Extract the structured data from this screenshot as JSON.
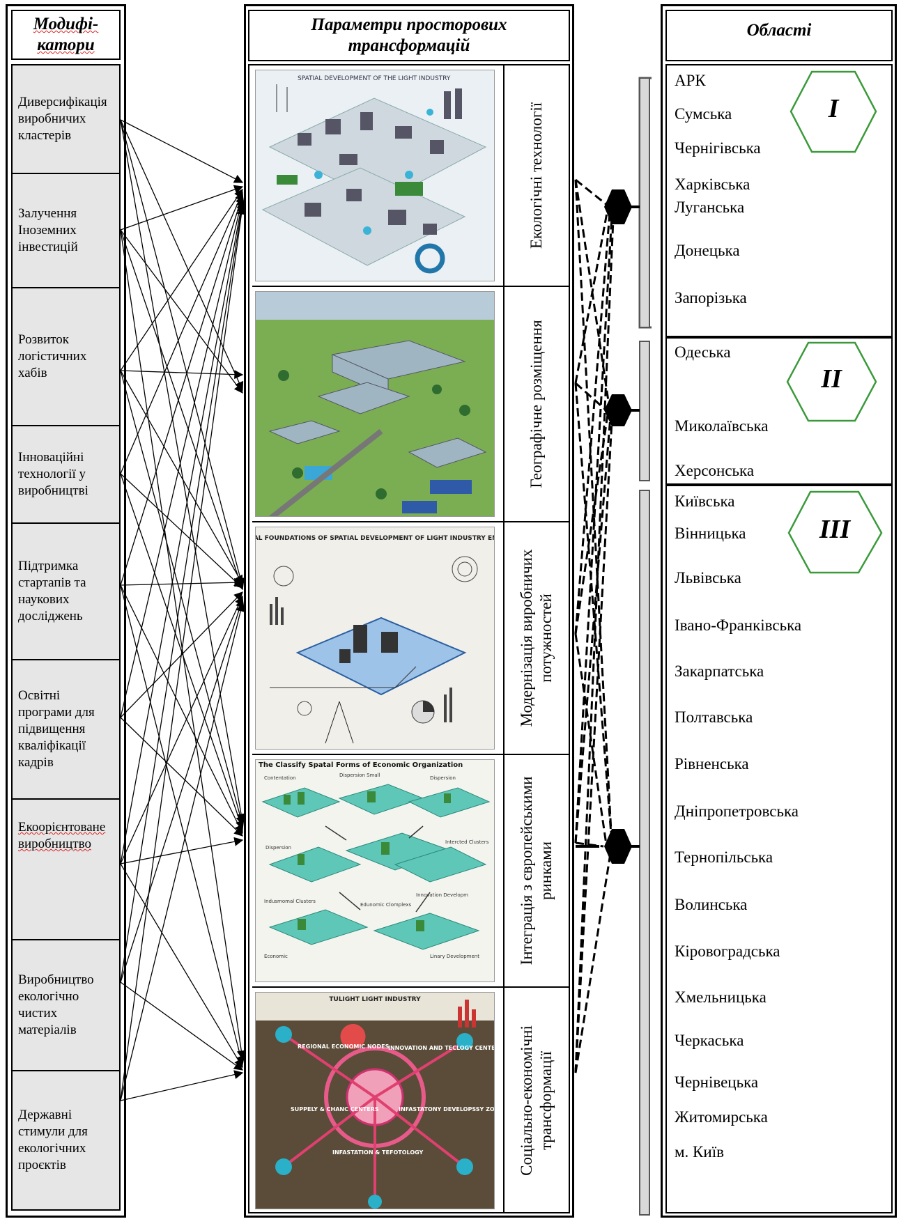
{
  "headers": {
    "modifiers": "Модифі-катори",
    "parameters": "Параметри просторових трансформацій",
    "regions": "Області"
  },
  "modifiers": [
    "Диверсифікація виробничих кластерів",
    "Залучення Іноземних інвестицій",
    "Розвиток логістичних хабів",
    "Інноваційні технології у виробництві",
    "Підтримка стартапів та наукових досліджень",
    "Освітні програми для підвищення кваліфікації кадрів",
    "Екоорієнтоване виробництво",
    "Виробництво екологічно чистих матеріалів",
    "Державні стимули для екологічних проєктів"
  ],
  "parameters": [
    {
      "label": "Екологічні технології",
      "image_text": "SPATIAL DEVELOPMENT OF THE LIGHT INDUSTRY"
    },
    {
      "label": "Географічне розміщення",
      "image_text": ""
    },
    {
      "label": "Модернізація виробничих потужностей",
      "image_text": "THEORETICAL FOUNDATIONS OF SPATIAL DEVELOPMENT OF LIGHT INDUSTRY ENTERPRISES"
    },
    {
      "label": "Інтеграція з європейськими ринками",
      "image_text": "The Classify Spatal Forms of Economic Organization"
    },
    {
      "label": "Соціально-економічні трансформації",
      "image_text": "TULIGHT LIGHT INDUSTRY"
    }
  ],
  "image4_labels": [
    "Contentation",
    "Dispersion Small",
    "Dispersion",
    "Dispersion",
    "Intercted Clusters",
    "Indusmomal Clusters",
    "Edunomic Clomplexs",
    "Innovation Developm",
    "Economic",
    "Linary Development"
  ],
  "image5_labels": [
    "REGIONAL ECONOMIC NODES",
    "INNOVATION AND TECLOGY CENTERS",
    "SUPPELY & CHANC CENTERS",
    "INFASTATONY DEVELOPSSY ZONES",
    "INFASTATION & TEFOTOLOGY"
  ],
  "groups": [
    {
      "numeral": "I",
      "regions": [
        "АРК",
        "Сумська",
        "Чернігівська",
        "Харківська",
        "Луганська",
        "Донецька",
        "Запорізька"
      ]
    },
    {
      "numeral": "II",
      "regions": [
        "Одеська",
        "Миколаївська",
        "Херсонська"
      ]
    },
    {
      "numeral": "III",
      "regions": [
        "Київська",
        "Вінницька",
        "Львівська",
        "Івано-Франківська",
        "Закарпатська",
        "Полтавська",
        "Рівненська",
        "Дніпропетровська",
        "Тернопільська",
        "Волинська",
        "Кіровоградська",
        "Хмельницька",
        "Черкаська",
        "Чернівецька",
        "Житомирська",
        "м. Київ"
      ]
    }
  ],
  "colors": {
    "hexagon": "#3a9a3a",
    "modifier_bg": "#e6e6e6",
    "bracket_fill": "#d9d9d9"
  }
}
